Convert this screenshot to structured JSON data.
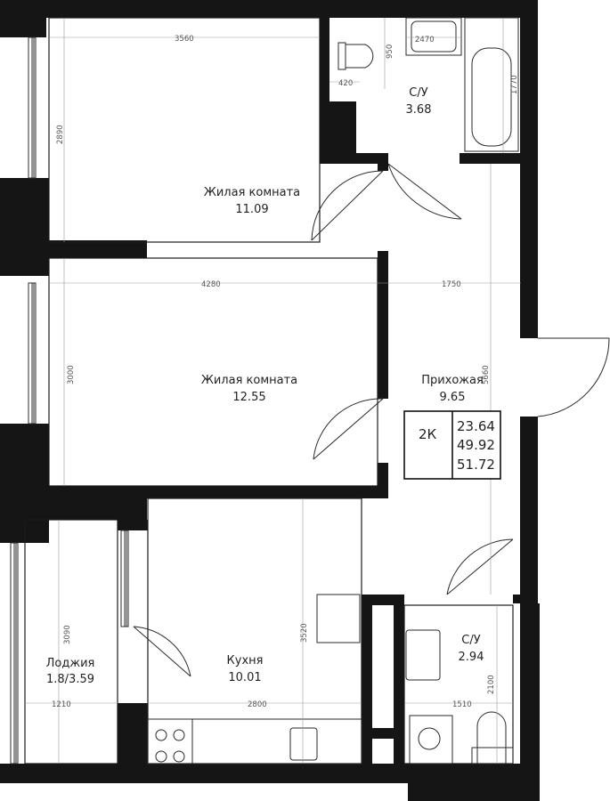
{
  "rooms": [
    {
      "name": "Жилая комната",
      "area": "11.09"
    },
    {
      "name": "С/У",
      "area": "3.68"
    },
    {
      "name": "Жилая комната",
      "area": "12.55"
    },
    {
      "name": "Прихожая",
      "area": "9.65"
    },
    {
      "name": "Лоджия",
      "area": "1.8/3.59"
    },
    {
      "name": "Кухня",
      "area": "10.01"
    },
    {
      "name": "С/У",
      "area": "2.94"
    }
  ],
  "summary": {
    "type": "2К",
    "living_area": "23.64",
    "total_area": "49.92",
    "total_with_loggia": "51.72"
  },
  "dimensions": {
    "room1_width": "3560",
    "room1_depth": "2890",
    "bath1_basin": "2470",
    "bath1_wc": "950",
    "bath1_wc_width": "420",
    "bath1_tub": "1770",
    "room2_width": "4280",
    "room2_depth": "3000",
    "hall_width": "1750",
    "hall_depth": "5660",
    "loggia_depth": "3090",
    "loggia_width": "1210",
    "kitchen_depth": "3520",
    "kitchen_width": "2800",
    "bath2_width": "1510",
    "bath2_depth": "2100"
  }
}
